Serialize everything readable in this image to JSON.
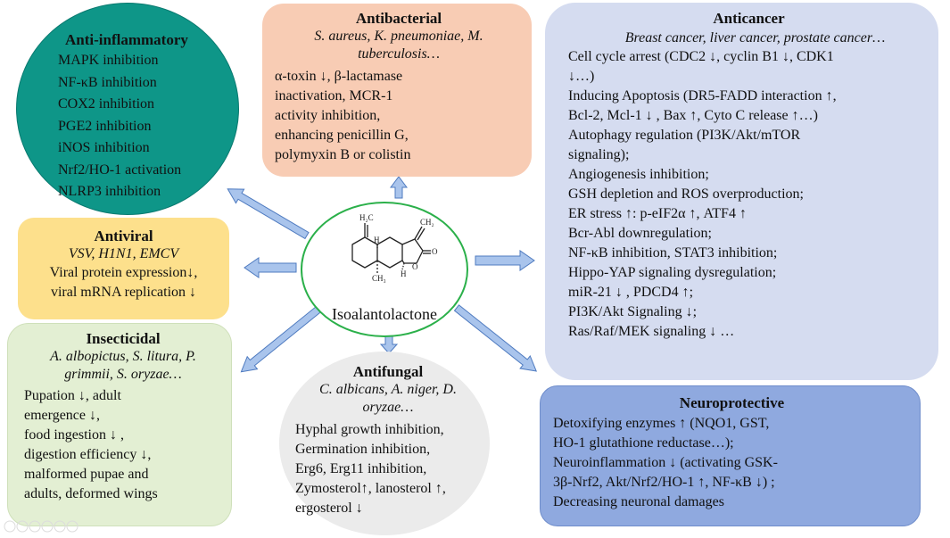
{
  "center": {
    "label": "Isoalantolactone",
    "molecule_icon": "isoalantolactone-structure-icon"
  },
  "anti_inflammatory": {
    "title": "Anti-inflammatory",
    "items": [
      "MAPK inhibition",
      "NF-κB inhibition",
      "COX2 inhibition",
      "PGE2 inhibition",
      "iNOS inhibition",
      "Nrf2/HO-1 activation",
      "NLRP3 inhibition"
    ]
  },
  "antibacterial": {
    "title": "Antibacterial",
    "organisms": [
      "S. aureus, K. pneumoniae, M.",
      "tuberculosis…"
    ],
    "items": [
      "α-toxin ↓, β-lactamase",
      "inactivation, MCR-1",
      "activity inhibition,",
      "enhancing penicillin G,",
      "polymyxin B or colistin"
    ]
  },
  "anticancer": {
    "title": "Anticancer",
    "organisms": [
      "Breast cancer, liver cancer, prostate cancer…"
    ],
    "items": [
      "Cell cycle arrest (CDC2 ↓, cyclin B1 ↓, CDK1",
      "↓…)",
      "Inducing Apoptosis (DR5-FADD interaction ↑,",
      "Bcl-2, Mcl-1 ↓ , Bax ↑, Cyto C release ↑…)",
      "Autophagy regulation (PI3K/Akt/mTOR",
      "signaling);",
      "Angiogenesis inhibition;",
      "GSH depletion and ROS overproduction;",
      "ER stress ↑: p-eIF2α ↑,  ATF4 ↑",
      "Bcr-Abl downregulation;",
      "NF-κB inhibition, STAT3 inhibition;",
      "Hippo-YAP signaling dysregulation;",
      "miR-21 ↓ , PDCD4 ↑;",
      "PI3K/Akt Signaling ↓;",
      "Ras/Raf/MEK signaling ↓ …"
    ]
  },
  "antiviral": {
    "title": "Antiviral",
    "organisms": [
      "VSV, H1N1, EMCV"
    ],
    "items": [
      "Viral protein expression↓,",
      "viral mRNA replication ↓"
    ]
  },
  "insecticidal": {
    "title": "Insecticidal",
    "organisms": [
      "A. albopictus, S. litura, P.",
      "grimmii, S. oryzae…"
    ],
    "items": [
      "Pupation ↓, adult",
      "emergence ↓,",
      "food ingestion ↓ ,",
      "digestion efficiency ↓,",
      "malformed pupae and",
      "adults,  deformed wings"
    ]
  },
  "antifungal": {
    "title": "Antifungal",
    "organisms": [
      "C. albicans, A. niger, D.",
      "oryzae…"
    ],
    "items": [
      "Hyphal growth inhibition,",
      "Germination inhibition,",
      "Erg6, Erg11 inhibition,",
      "Zymosterol↑, lanosterol ↑,",
      "ergosterol ↓"
    ]
  },
  "neuroprotective": {
    "title": "Neuroprotective",
    "items": [
      "Detoxifying enzymes ↑ (NQO1, GST,",
      "HO-1 glutathione reductase…);",
      "Neuroinflammation ↓ (activating GSK-",
      "3β-Nrf2,  Akt/Nrf2/HO-1 ↑, NF-κB ↓) ;",
      "Decreasing neuronal damages"
    ]
  },
  "colors": {
    "anti_inflammatory": "#0e9688",
    "antibacterial": "#f8ccb4",
    "anticancer": "#d5dcf0",
    "antiviral": "#fde08c",
    "insecticidal": "#e3efd3",
    "antifungal": "#ebebeb",
    "neuroprotective": "#8fa9df",
    "center_border": "#2bb04a",
    "arrow_fill": "#a9c4ec",
    "arrow_stroke": "#4f7bc0"
  }
}
